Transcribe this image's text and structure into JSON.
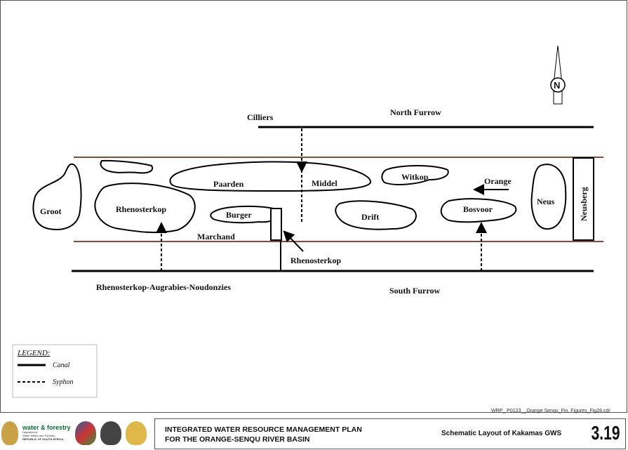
{
  "diagram": {
    "labels": {
      "cilliers": "Cilliers",
      "north_furrow": "North Furrow",
      "south_furrow": "South Furrow",
      "rhenosterkop_augrabies": "Rhenosterkop-Augrabies-Noudonzies",
      "marchand": "Marchand",
      "rhenosterkop_canal": "Rhenosterkop",
      "orange": "Orange",
      "neusberg": "Neusberg",
      "compass": "N"
    },
    "islands": {
      "groot": "Groot",
      "rhenosterkop": "Rhenosterkop",
      "paarden": "Paarden",
      "middel": "Middel",
      "burger": "Burger",
      "drift": "Drift",
      "witkop": "Witkop",
      "bosvoor": "Bosvoor",
      "neus": "Neus"
    },
    "colors": {
      "river": "#8b4a3c",
      "canal": "#000000"
    }
  },
  "legend": {
    "title": "LEGEND:",
    "items": [
      {
        "label": "Canal",
        "style": "solid"
      },
      {
        "label": "Syphon",
        "style": "dashed"
      }
    ]
  },
  "filename": "WRP_ P0123__Orange Senqu_Fin. Figures_Fig28.cdr",
  "footer": {
    "brand": "water & forestry",
    "brand_sub1": "Department:",
    "brand_sub2": "Water Affairs and Forestry",
    "brand_sub3": "REPUBLIC OF SOUTH AFRICA",
    "plan_line1": "INTEGRATED WATER RESOURCE MANAGEMENT PLAN",
    "plan_line2": "FOR THE ORANGE-SENQU RIVER BASIN",
    "subtitle": "Schematic Layout of Kakamas GWS",
    "figure_number": "3.19"
  }
}
